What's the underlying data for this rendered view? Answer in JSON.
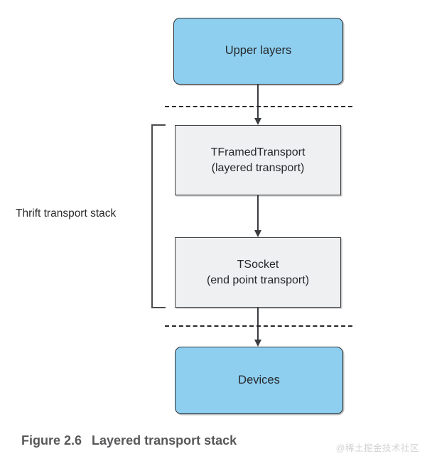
{
  "figure": {
    "caption_number": "Figure 2.6",
    "caption_title": "Layered transport stack",
    "watermark": "@稀土掘金技术社区"
  },
  "diagram": {
    "type": "layered-stack",
    "bracket_label": "Thrift transport stack",
    "nodes": [
      {
        "id": "upper-layers",
        "line1": "Upper layers",
        "line2": "",
        "style": "blue-rounded",
        "fill": "#8ecff0",
        "stroke": "#2f3135"
      },
      {
        "id": "framed-transport",
        "line1": "TFramedTransport",
        "line2": "(layered transport)",
        "style": "gray-rect",
        "fill": "#eef0f1",
        "stroke": "#3a3c40"
      },
      {
        "id": "socket-transport",
        "line1": "TSocket",
        "line2": "(end point transport)",
        "style": "gray-rect",
        "fill": "#eef0f1",
        "stroke": "#3a3c40"
      },
      {
        "id": "devices",
        "line1": "Devices",
        "line2": "",
        "style": "blue-rounded",
        "fill": "#8ecff0",
        "stroke": "#2f3135"
      }
    ],
    "edges": [
      {
        "id": "upper-to-framed",
        "from": "upper-layers",
        "to": "framed-transport",
        "style": "solid-arrow-down"
      },
      {
        "id": "framed-to-socket",
        "from": "framed-transport",
        "to": "socket-transport",
        "style": "solid-arrow-down"
      },
      {
        "id": "socket-to-devices",
        "from": "socket-transport",
        "to": "devices",
        "style": "solid-arrow-down"
      }
    ],
    "separators": [
      {
        "id": "top-boundary",
        "style": "dashed"
      },
      {
        "id": "bottom-boundary",
        "style": "dashed"
      }
    ]
  }
}
